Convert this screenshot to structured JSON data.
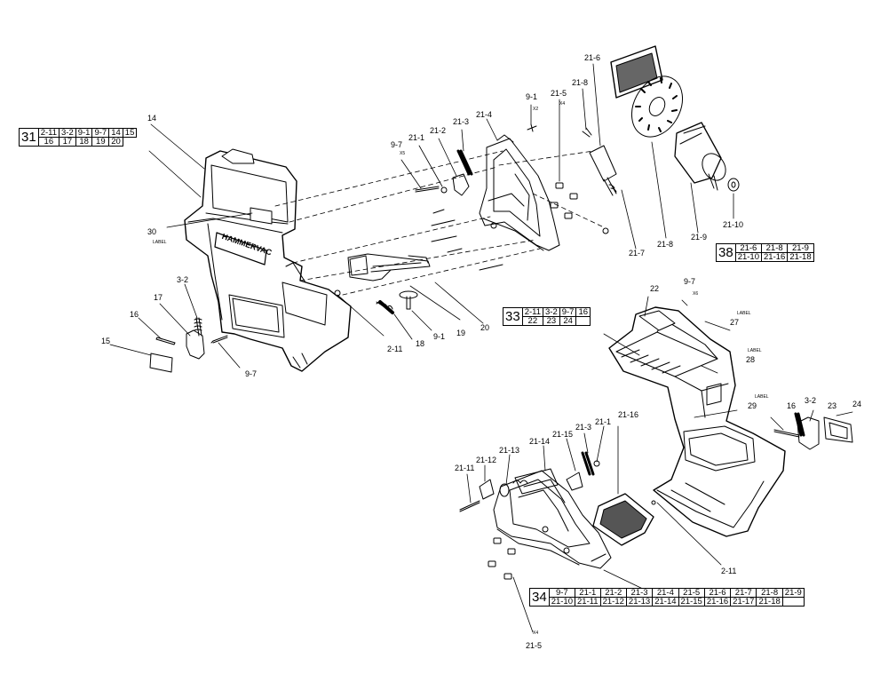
{
  "kits": [
    {
      "id": "31",
      "rows": [
        [
          "2-11",
          "3-2",
          "9-1",
          "9-7",
          "14",
          "15"
        ],
        [
          "16",
          "17",
          "18",
          "19",
          "20"
        ]
      ]
    },
    {
      "id": "33",
      "rows": [
        [
          "2-11",
          "3-2",
          "9-7",
          "16"
        ],
        [
          "22",
          "23",
          "24"
        ]
      ]
    },
    {
      "id": "34",
      "rows": [
        [
          "9-7",
          "21-1",
          "21-2",
          "21-3",
          "21-4",
          "21-5",
          "21-6",
          "21-7",
          "21-8",
          "21-9"
        ],
        [
          "21-10",
          "21-11",
          "21-12",
          "21-13",
          "21-14",
          "21-15",
          "21-16",
          "21-17",
          "21-18"
        ]
      ]
    },
    {
      "id": "38",
      "rows": [
        [
          "21-6",
          "21-8",
          "21-9"
        ],
        [
          "21-10",
          "21-16",
          "21-18"
        ]
      ]
    }
  ],
  "callouts": {
    "c14": "14",
    "c30": "30",
    "c30_label": "LABEL",
    "c3_2a": "3-2",
    "c17": "17",
    "c16a": "16",
    "c15": "15",
    "c9_7a": "9-7",
    "c9_7b": "9-7",
    "c9_7b_qty": "X5",
    "c21_1a": "21-1",
    "c21_2a": "21-2",
    "c21_3a": "21-3",
    "c21_4a": "21-4",
    "c9_1a": "9-1",
    "c9_1a_qty": "X2",
    "c21_5a": "21-5",
    "c21_5a_qty": "X4",
    "c21_8a": "21-8",
    "c21_6a": "21-6",
    "c2_11a": "2-11",
    "c18": "18",
    "c9_1b": "9-1",
    "c19": "19",
    "c20": "20",
    "c21_7a": "21-7",
    "c21_8b": "21-8",
    "c21_9a": "21-9",
    "c21_10a": "21-10",
    "c22": "22",
    "c9_7c": "9-7",
    "c9_7c_qty": "X6",
    "c27": "27",
    "c27_label": "LABEL",
    "c28": "28",
    "c28_label": "LABEL",
    "c29": "29",
    "c29_label": "LABEL",
    "c16b": "16",
    "c3_2b": "3-2",
    "c23": "23",
    "c24": "24",
    "c2_11b": "2-11",
    "c21_16": "21-16",
    "c21_3b": "21-3",
    "c21_1b": "21-1",
    "c21_15": "21-15",
    "c21_14": "21-14",
    "c21_13": "21-13",
    "c21_12": "21-12",
    "c21_11": "21-11",
    "c21_5b": "21-5",
    "c21_5b_qty": "X4",
    "brand": "HAMMERVAC"
  }
}
